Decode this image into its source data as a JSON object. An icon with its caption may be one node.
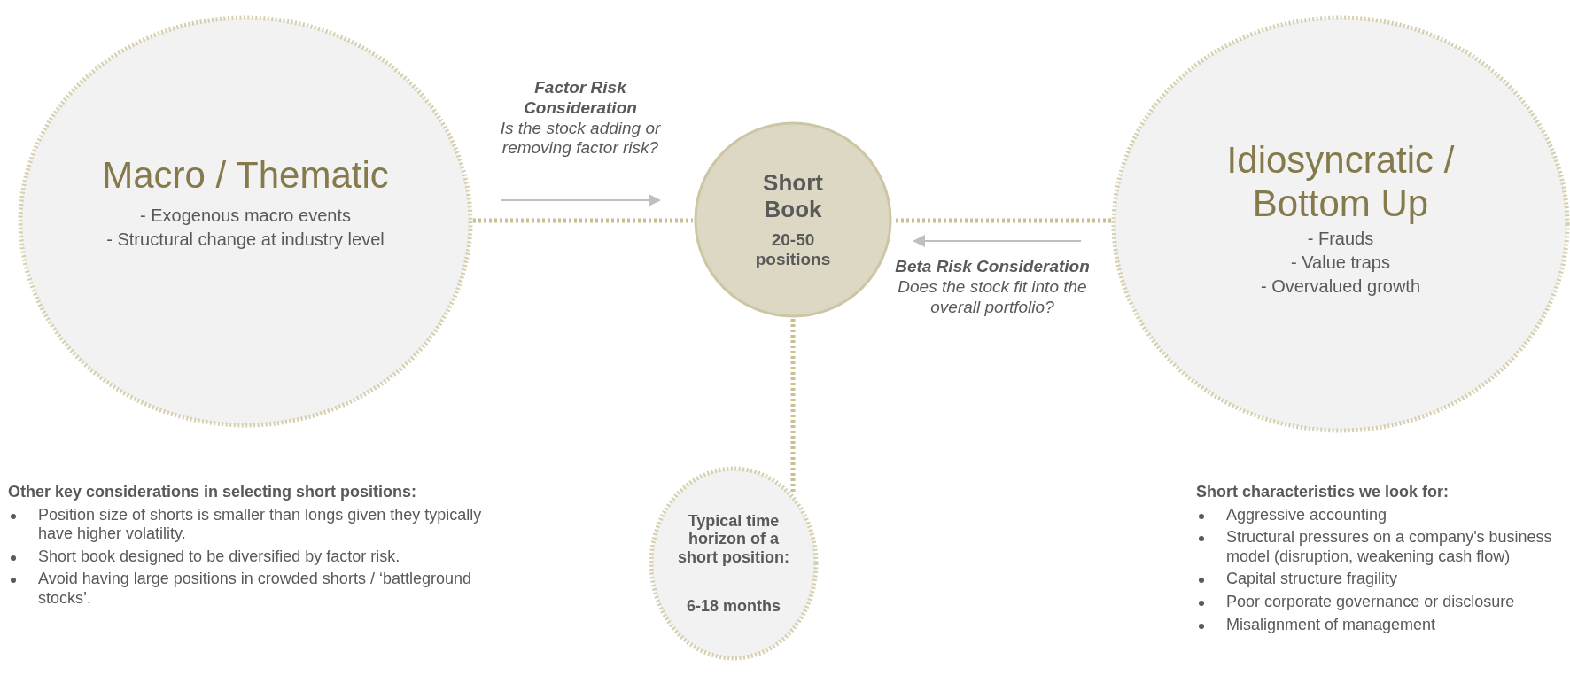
{
  "diagram": {
    "nodes": [
      {
        "text": [
          "Macro / Thematic",
          "- Exogenous macro events",
          "- Structural change at industry level"
        ]
      },
      {
        "text": [
          "Short Book",
          "20-50 positions"
        ]
      },
      {
        "text": [
          "Idiosyncratic / Bottom Up",
          "- Frauds",
          "- Value traps",
          "- Overvalued growth"
        ]
      },
      {
        "text": [
          "Typical time horizon of a short position:",
          "6-18 months"
        ]
      }
    ],
    "edges": [
      {
        "from": 0,
        "to": 1,
        "arrow": "none",
        "style": "dashed"
      },
      {
        "from": 2,
        "to": 1,
        "arrow": "none",
        "style": "dashed"
      },
      {
        "from": 1,
        "to": 3,
        "arrow": "none",
        "style": "dashed"
      }
    ],
    "labels": [
      "Factor Risk Consideration",
      "Is the stock adding or removing factor risk?",
      "Beta Risk Consideration",
      "Does the stock fit into the overall portfolio?",
      "Other key considerations in selecting short positions:",
      "Position size of shorts is smaller than longs given they typically have higher volatility.",
      "Short book designed to be diversified by factor risk.",
      "Avoid having large positions in crowded shorts / ‘battleground stocks’.",
      "Short characteristics we look for:",
      "Aggressive accounting",
      "Structural pressures on a company's business model (disruption, weakening cash flow)",
      "Capital structure fragility",
      "Poor corporate governance or disclosure",
      "Misalignment of management"
    ]
  }
}
